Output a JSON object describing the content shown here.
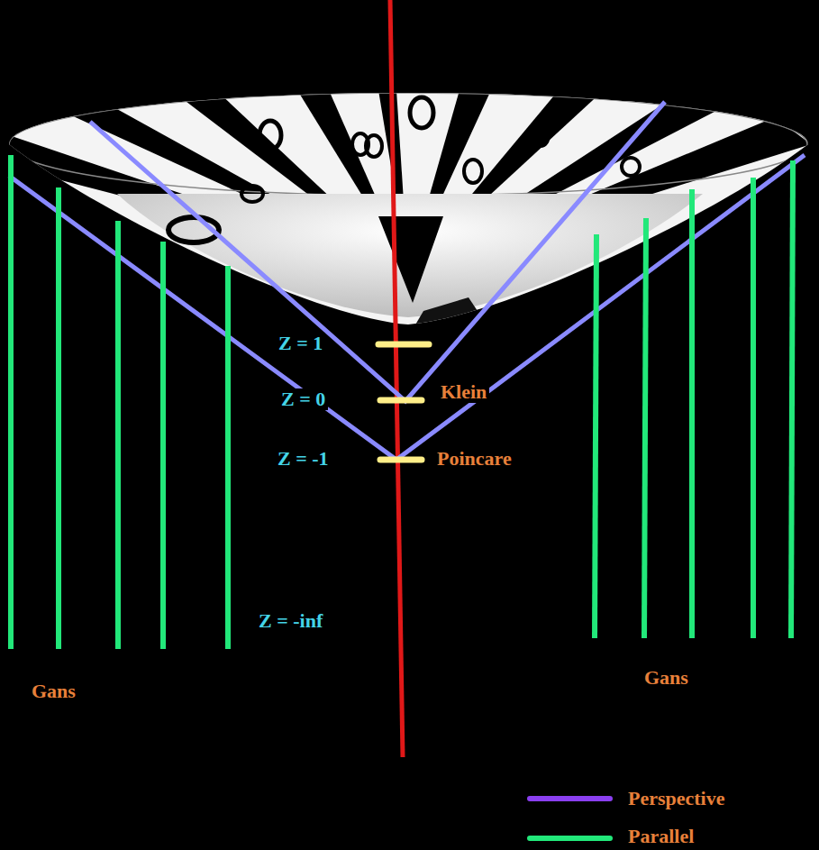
{
  "diagram": {
    "labels": [
      "Z = 1",
      "Z = 0",
      "Z = -1",
      "Klein",
      "Poincare",
      "Z = -inf",
      "Gans",
      "Gans"
    ],
    "legend": [
      {
        "text": "Perspective",
        "color": "#8a3ff0"
      },
      {
        "text": "Parallel",
        "color": "#22e87a"
      }
    ]
  }
}
